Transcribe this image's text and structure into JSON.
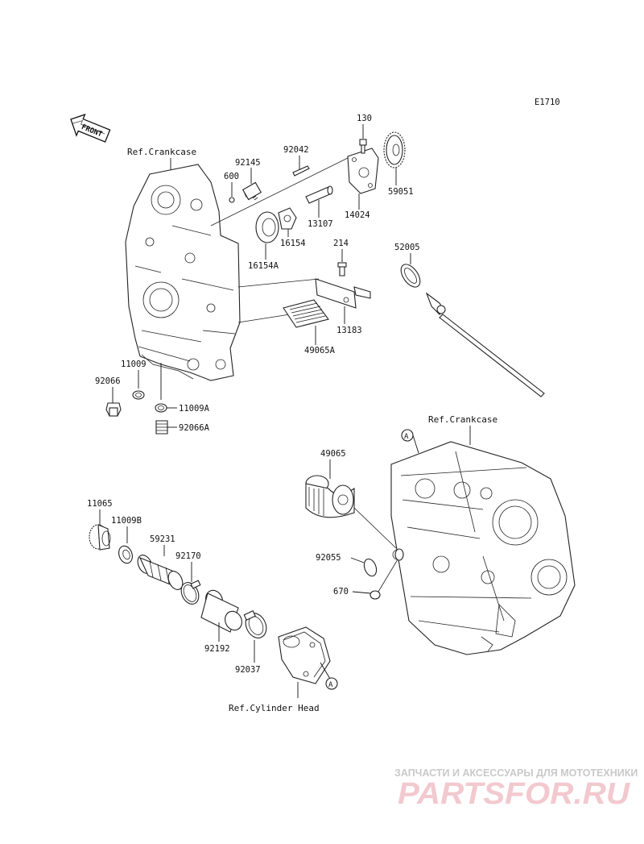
{
  "diagram_code": "E1710",
  "front_badge": "FRONT",
  "refs": {
    "crankcase_top": "Ref.Crankcase",
    "crankcase_bottom": "Ref.Crankcase",
    "cylinder_head": "Ref.Cylinder Head"
  },
  "marker": "A",
  "parts": {
    "p130": "130",
    "p92042": "92042",
    "p92145": "92145",
    "p600": "600",
    "p59051": "59051",
    "p13107": "13107",
    "p14024": "14024",
    "p16154": "16154",
    "p16154A": "16154A",
    "p214": "214",
    "p52005": "52005",
    "p13183": "13183",
    "p49065A": "49065A",
    "p11009": "11009",
    "p92066": "92066",
    "p11009A": "11009A",
    "p92066A": "92066A",
    "p49065": "49065",
    "p11065": "11065",
    "p11009B": "11009B",
    "p59231": "59231",
    "p92170": "92170",
    "p92055": "92055",
    "p670": "670",
    "p92192": "92192",
    "p92037": "92037"
  },
  "watermark": {
    "tagline": "ЗАПЧАСТИ И АКСЕССУАРЫ ДЛЯ МОТОТЕХНИКИ",
    "brand": "PARTSFOR.RU"
  }
}
